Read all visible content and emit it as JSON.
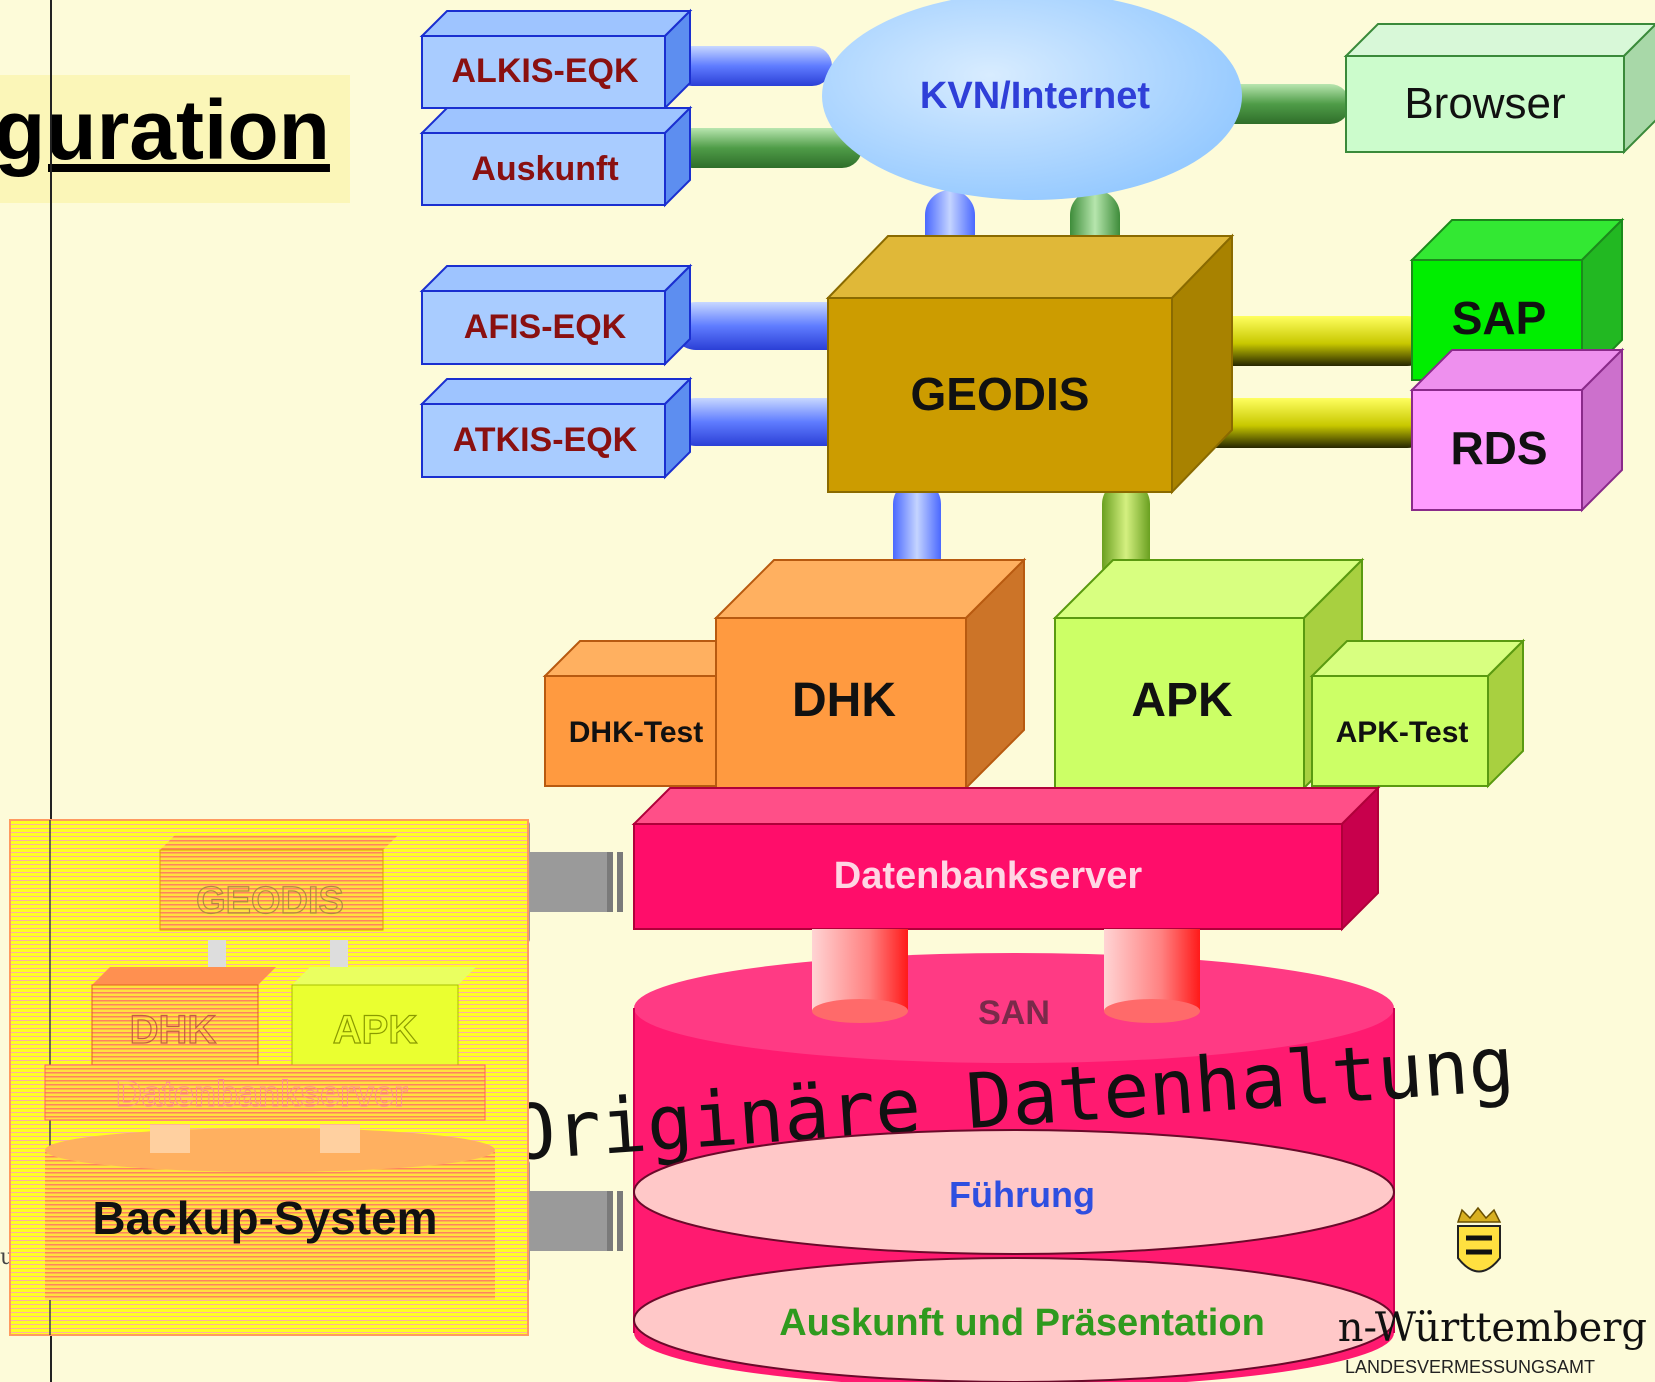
{
  "title": "guration",
  "nodes": {
    "alkis": "ALKIS-EQK",
    "auskunft": "Auskunft",
    "kvn": "KVN/Internet",
    "browser": "Browser",
    "afis": "AFIS-EQK",
    "atkis": "ATKIS-EQK",
    "geodis": "GEODIS",
    "sap": "SAP",
    "rds": "RDS",
    "dhk": "DHK",
    "dhk_test": "DHK-Test",
    "apk": "APK",
    "apk_test": "APK-Test",
    "dbserver": "Datenbankserver",
    "san": "SAN",
    "originaere": "Originäre Datenhaltung",
    "fuehrung": "Führung",
    "auskunft_praes": "Auskunft und Präsentation"
  },
  "backup": {
    "geodis": "GEODIS",
    "dhk": "DHK",
    "apk": "APK",
    "dbserver": "Datenbankserver",
    "label": "Backup-System"
  },
  "footer": {
    "state": "n-Württemberg",
    "agency": "LANDESVERMESSUNGSAMT",
    "fragment": "u"
  }
}
